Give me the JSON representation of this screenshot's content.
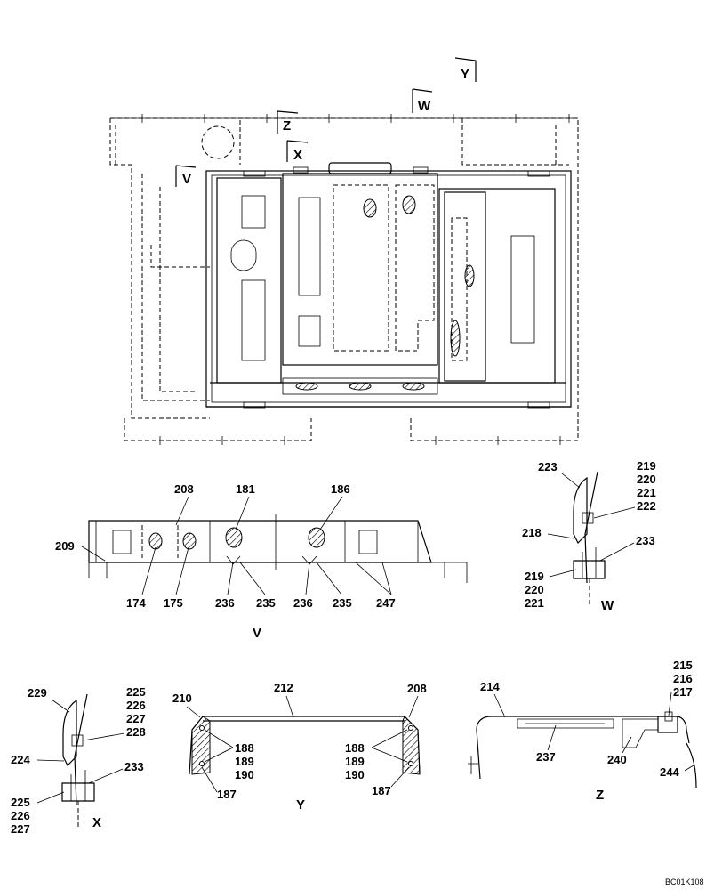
{
  "drawing_ref": "BC01K108",
  "views": {
    "main": {
      "markers": [
        "Y",
        "W",
        "Z",
        "X",
        "V"
      ]
    },
    "V": {
      "title": "V",
      "labels": [
        "208",
        "181",
        "186",
        "209",
        "174",
        "175",
        "236",
        "235",
        "236",
        "235",
        "247"
      ]
    },
    "W": {
      "title": "W",
      "labels": [
        "223",
        "219",
        "220",
        "221",
        "222",
        "218",
        "233",
        "219",
        "220",
        "221"
      ]
    },
    "X": {
      "title": "X",
      "labels": [
        "229",
        "225",
        "226",
        "227",
        "228",
        "224",
        "233",
        "225",
        "226",
        "227"
      ]
    },
    "Y": {
      "title": "Y",
      "labels": [
        "210",
        "212",
        "208",
        "188",
        "189",
        "190",
        "187",
        "188",
        "189",
        "190",
        "187"
      ]
    },
    "Z": {
      "title": "Z",
      "labels": [
        "214",
        "215",
        "216",
        "217",
        "237",
        "240",
        "244"
      ]
    }
  }
}
